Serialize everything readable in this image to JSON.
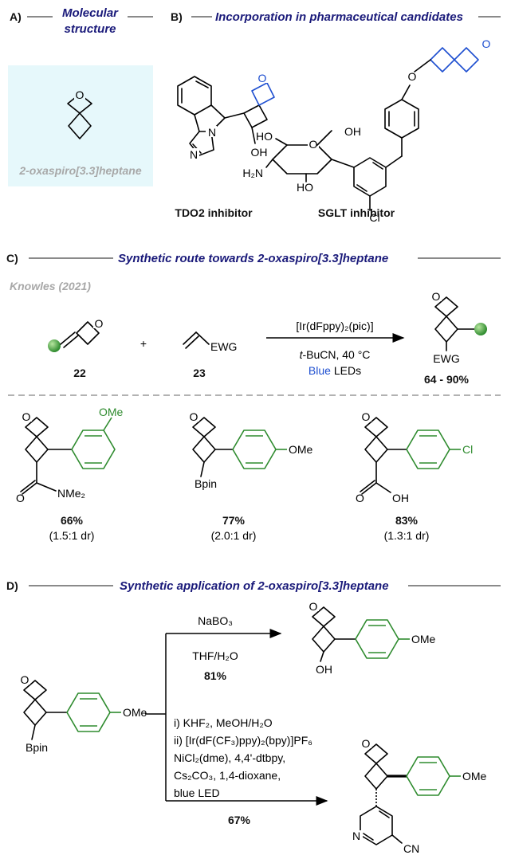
{
  "colors": {
    "header": "#1a1a7a",
    "green": "#2e8b2e",
    "blue": "#1e4fd0",
    "box": "#e6f8fb",
    "gray": "#9a9a9a"
  },
  "sectionA": {
    "letter": "A)",
    "title1": "Molecular",
    "title2": "structure",
    "name": "2-oxaspiro[3.3]heptane"
  },
  "sectionB": {
    "letter": "B)",
    "title": "Incorporation in pharmaceutical candidates",
    "cand1": "TDO2 inhibitor",
    "cand2": "SGLT inhibitor"
  },
  "sectionC": {
    "letter": "C)",
    "title": "Synthetic route towards 2-oxaspiro[3.3]heptane",
    "ref": "Knowles (2021)",
    "plus": "+",
    "c22": "22",
    "c23": "23",
    "ewg": "EWG",
    "cond_cat": "[Ir(dFppy)₂(pic)]",
    "cond_solv_italic": "t",
    "cond_solv_rest": "-BuCN, 40 °C",
    "cond_blue": "Blue",
    "cond_led": " LEDs",
    "yield_range": "64 - 90%",
    "ex1": {
      "yield": "66%",
      "dr": "(1.5:1 dr)",
      "group": "NMe₂",
      "sub": "OMe"
    },
    "ex2": {
      "yield": "77%",
      "dr": "(2.0:1 dr)",
      "group": "Bpin",
      "sub": "OMe"
    },
    "ex3": {
      "yield": "83%",
      "dr": "(1.3:1 dr)",
      "group": "OH",
      "sub": "Cl"
    }
  },
  "sectionD": {
    "letter": "D)",
    "title": "Synthetic application of 2-oxaspiro[3.3]heptane",
    "r1_reagent": "NaBO₃",
    "r1_solvent": "THF/H₂O",
    "r1_yield": "81%",
    "r2_line1": "i) KHF₂, MeOH/H₂O",
    "r2_line2": "ii) [Ir(dF(CF₃)ppy)₂(bpy)]PF₆",
    "r2_line3": "NiCl₂(dme), 4,4'-dtbpy,",
    "r2_line4": "Cs₂CO₃, 1,4-dioxane,",
    "r2_line5": "blue LED",
    "r2_yield": "67%",
    "start_group": "Bpin",
    "sub": "OMe",
    "p1_group": "OH",
    "p2_cn": "CN"
  }
}
